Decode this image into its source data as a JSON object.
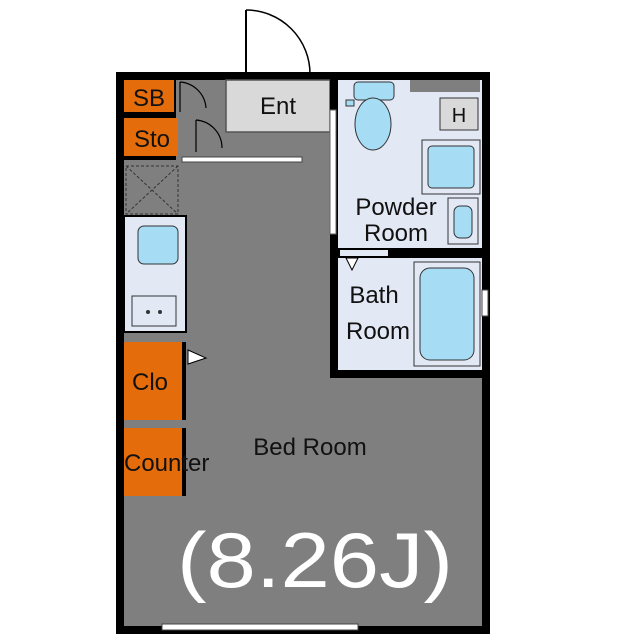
{
  "colors": {
    "wall": "#000000",
    "room_floor": "#7f7f7f",
    "entry_floor": "#d9d9d9",
    "wet_area": "#e3e8f5",
    "fixture": "#a6ddf5",
    "storage": "#e46c0a",
    "big_text": "#ffffff"
  },
  "rooms": {
    "entrance": "Ent",
    "shoe_box": "SB",
    "storage": "Sto",
    "powder_room_line1": "Powder",
    "powder_room_line2": "Room",
    "bath_room_line1": "Bath",
    "bath_room_line2": "Room",
    "heater": "H",
    "closet": "Clo",
    "counter": "Counter",
    "bed_room": "Bed Room"
  },
  "area_label": "(8.26J)"
}
